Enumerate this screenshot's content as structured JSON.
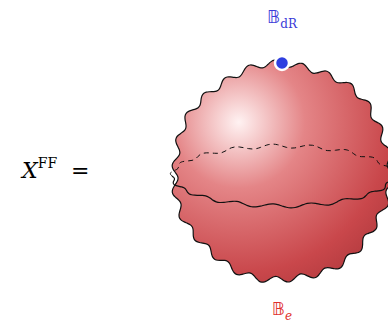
{
  "diagram": {
    "labels": [
      "X",
      "FF",
      "=",
      "𝔹",
      "dR",
      "𝔹",
      "e"
    ]
  }
}
